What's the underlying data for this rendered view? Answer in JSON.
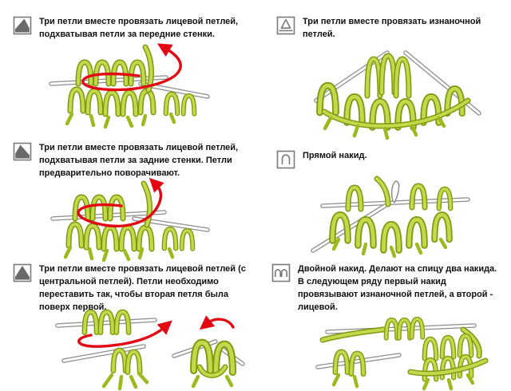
{
  "page": {
    "language": "ru",
    "background": "#ffffff"
  },
  "colors": {
    "yarn_green": "#bdd53a",
    "yarn_outline": "#7d9a10",
    "arrow_red": "#e30613",
    "needle_gray": "#8c8c8c",
    "symbol_gray": "#6a6a6a"
  },
  "entries": [
    {
      "id": "k3tog-front-loops",
      "icon": "square-filled-slope-right-icon",
      "text": "Три петли вместе провязать лицевой петлей, подхватывая петли за передние стенки."
    },
    {
      "id": "p3tog",
      "icon": "square-outlined-triangle-over-line-icon",
      "text": "Три петли вместе провязать изнаночной петлей."
    },
    {
      "id": "k3tog-back-loops",
      "icon": "square-filled-slope-left-icon",
      "text": "Три петли вместе провязать лицевой петлей, подхватывая петли за задние стенки. Петли предварительно поворачивают."
    },
    {
      "id": "yarn-over",
      "icon": "square-single-arch-icon",
      "text": "Прямой накид."
    },
    {
      "id": "centered-double-decrease",
      "icon": "square-filled-center-peak-icon",
      "text": "Три петли вместе провязать лицевой петлей (с центральной петлей). Петли необходимо переставить так, чтобы вторая петля была поверх первой."
    },
    {
      "id": "double-yarn-over",
      "icon": "square-double-arch-icon",
      "text": "Двойной накид. Делают на спицу два накида. В следующем ряду первый накид провязывают изнаночной петлей, а второй - лицевой."
    }
  ]
}
